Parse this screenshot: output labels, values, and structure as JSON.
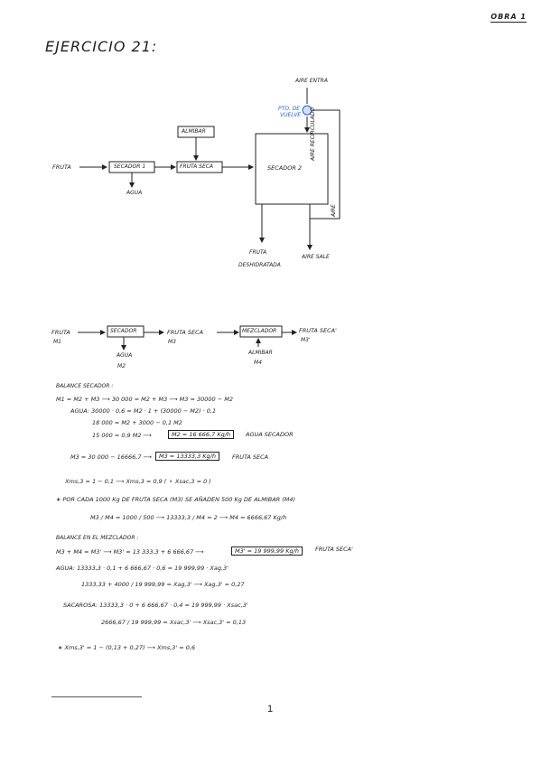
{
  "page_label": "OBRA 1",
  "title": "EJERCICIO 21:",
  "diagram1": {
    "fruta": "FRUTA",
    "secador1": "SECADOR 1",
    "fruta_seca": "FRUTA SECA",
    "agua": "AGUA",
    "almibar": "ALMIBAR",
    "secador2": "SECADOR 2",
    "aire_entra": "AIRE ENTRA",
    "pto_vuelve_1": "PTO. DE",
    "pto_vuelve_2": "VUELVE",
    "aire_recirculado": "AIRE RECIRCULADO",
    "aire": "AIRE",
    "fruta_out": "FRUTA",
    "deshidratada": "DESHIDRATADA",
    "aire_sale": "AIRE SALE"
  },
  "diagram2": {
    "fruta": "FRUTA",
    "m1": "M1",
    "secador": "SECADOR",
    "agua": "AGUA",
    "m2": "M2",
    "fruta_seca": "FRUTA SECA",
    "m3": "M3",
    "mezclador": "MEZCLADOR",
    "almibar": "ALMIBAR",
    "m4": "M4",
    "fruta_seca_out": "FRUTA SECA'",
    "m3p": "M3'"
  },
  "calc": {
    "balance_secador": "BALANCE SECADOR :",
    "l1": "M1 = M2 + M3 ⟶  30 000 = M2 + M3 ⟶  M3 = 30000 − M2",
    "l2": "AGUA: 30000 · 0,6 = M2 · 1 + (30000 − M2) · 0,1",
    "l3": "18 000 = M2 + 3000 − 0,1 M2",
    "l4": "15 000 = 0,9 M2 ⟶",
    "l4_box": "M2 = 16 666,7 Kg/h",
    "l4_tail": "AGUA SECADOR",
    "l5": "M3 = 30 000 − 16666,7 ⟶",
    "l5_box": "M3 = 13333,3 Kg/h",
    "l5_tail": "FRUTA SECA",
    "l6": "Xms,3 = 1 − 0,1 ⟶ Xms,3 = 0,9     ( ⚬ Xsac,3 = 0 )",
    "l7": "∗ POR CADA 1000 Kg DE FRUTA SECA (M3) SE AÑADEN 500 Kg DE ALMIBAR (M4)",
    "l8a": "M3 / M4 = 1000 / 500 ⟶ 13333,3 / M4 = 2 ⟶ M4 = 6666,67 Kg/h",
    "balance_mezclador": "BALANCE EN EL MEZCLADOR :",
    "l9": "M3 + M4 = M3' ⟶ M3' = 13 333,3 + 6 666,67 ⟶",
    "l9_box": "M3' = 19 999,99 Kg/h",
    "l9_tail": "FRUTA SECA'",
    "l10": "AGUA: 13333,3 · 0,1 + 6 666,67 · 0,6 = 19 999,99 · Xag,3'",
    "l11": "1333,33 + 4000 / 19 999,99 = Xag,3' ⟶ Xag,3' = 0,27",
    "l12": "SACAROSA: 13333,3 · 0 + 6 666,67 · 0,4 = 19 999,99 · Xsac,3'",
    "l13": "2666,67 / 19 999,99 = Xsac,3' ⟶ Xsac,3' = 0,13",
    "l14": "∗ Xms,3' = 1 − (0,13 + 0,27) ⟶ Xms,3' = 0,6"
  },
  "page_number": "1"
}
